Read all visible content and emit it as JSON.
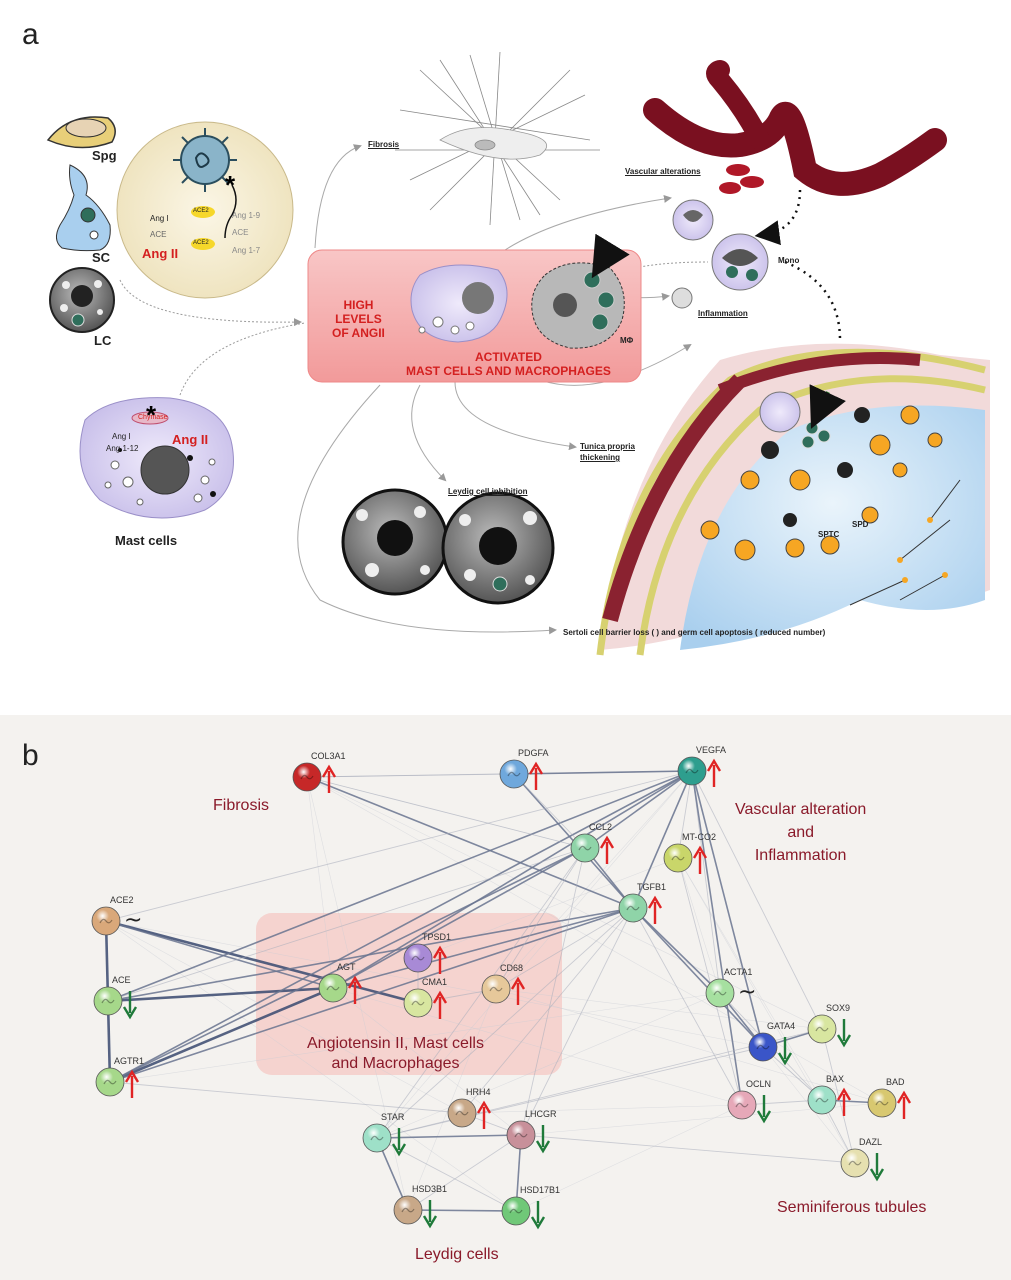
{
  "panel_a": {
    "letter": "a",
    "cell_labels": {
      "spg": "Spg",
      "sc": "SC",
      "lc": "LC",
      "mast": "Mast cells"
    },
    "virus_cell": {
      "asterisk": "*",
      "ang1": "Ang I",
      "ace": "ACE",
      "ace2_a": "ACE2",
      "ace2_b": "ACE2",
      "ang19": "Ang 1-9",
      "ace_b": "ACE",
      "ang17": "Ang 1-7",
      "ang2": "Ang II"
    },
    "mast_cell": {
      "asterisk": "*",
      "chymase": "Chymase",
      "ang1": "Ang I",
      "ang112": "Ang 1-12",
      "ang2": "Ang II"
    },
    "center_box": {
      "high": [
        "HIGH",
        "LEVELS",
        "OF ANGII"
      ],
      "activated": [
        "ACTIVATED",
        "MAST CELLS AND MACROPHAGES"
      ],
      "mphi": "MΦ"
    },
    "effects": {
      "fibrosis": "Fibrosis",
      "vascular": "Vascular alterations",
      "mono": "Mono",
      "inflammation": "Inflammation",
      "tunica": [
        "Tunica propria",
        "thickening"
      ],
      "leydig": "Leydig cell inhibition",
      "sertoli": "Sertoli cell barrier loss (   ) and germ cell apoptosis (   reduced number)",
      "sptc": "SPTC",
      "spd": "SPD"
    }
  },
  "panel_b": {
    "letter": "b",
    "groups": {
      "fibrosis": "Fibrosis",
      "vascular": [
        "Vascular alteration",
        "and",
        "Inflammation"
      ],
      "ang": [
        "Angiotensin II, Mast cells",
        "and Macrophages"
      ],
      "semi": "Seminiferous tubules",
      "leydig": "Leydig cells"
    },
    "genes": [
      {
        "id": "COL3A1",
        "color": "#c62828",
        "trend": "up"
      },
      {
        "id": "PDGFA",
        "color": "#6fa8dc",
        "trend": "up"
      },
      {
        "id": "VEGFA",
        "color": "#2e9e8e",
        "trend": "up"
      },
      {
        "id": "CCL2",
        "color": "#8fd4a8",
        "trend": "up"
      },
      {
        "id": "MT-CO2",
        "color": "#c9d66a",
        "trend": "up"
      },
      {
        "id": "TGFB1",
        "color": "#8fd4a8",
        "trend": "up"
      },
      {
        "id": "ACE2",
        "color": "#d9a87a",
        "trend": "tilde"
      },
      {
        "id": "TPSD1",
        "color": "#a88ad6",
        "trend": "up"
      },
      {
        "id": "AGT",
        "color": "#a6d88a",
        "trend": "up"
      },
      {
        "id": "CMA1",
        "color": "#d8e6a0",
        "trend": "up"
      },
      {
        "id": "CD68",
        "color": "#e6c89a",
        "trend": "up"
      },
      {
        "id": "ACE",
        "color": "#a6d88a",
        "trend": "down"
      },
      {
        "id": "ACTA1",
        "color": "#a6e0a0",
        "trend": "tilde"
      },
      {
        "id": "SOX9",
        "color": "#d8e6a0",
        "trend": "down"
      },
      {
        "id": "GATA4",
        "color": "#3a55c8",
        "trend": "down"
      },
      {
        "id": "AGTR1",
        "color": "#a6d88a",
        "trend": "up"
      },
      {
        "id": "OCLN",
        "color": "#e6a8b8",
        "trend": "down"
      },
      {
        "id": "BAX",
        "color": "#9ee0c8",
        "trend": "up"
      },
      {
        "id": "BAD",
        "color": "#d8c870",
        "trend": "up"
      },
      {
        "id": "HRH4",
        "color": "#c8a888",
        "trend": "up"
      },
      {
        "id": "STAR",
        "color": "#9ee0c8",
        "trend": "down"
      },
      {
        "id": "LHCGR",
        "color": "#c8909a",
        "trend": "down"
      },
      {
        "id": "DAZL",
        "color": "#e6e0b0",
        "trend": "down"
      },
      {
        "id": "HSD3B1",
        "color": "#c8a888",
        "trend": "down"
      },
      {
        "id": "HSD17B1",
        "color": "#70c878",
        "trend": "down"
      }
    ],
    "colors": {
      "up": "#e02424",
      "down": "#1f7a3a",
      "group_text": "#8a1a2a",
      "background": "#f4f2ef"
    }
  }
}
